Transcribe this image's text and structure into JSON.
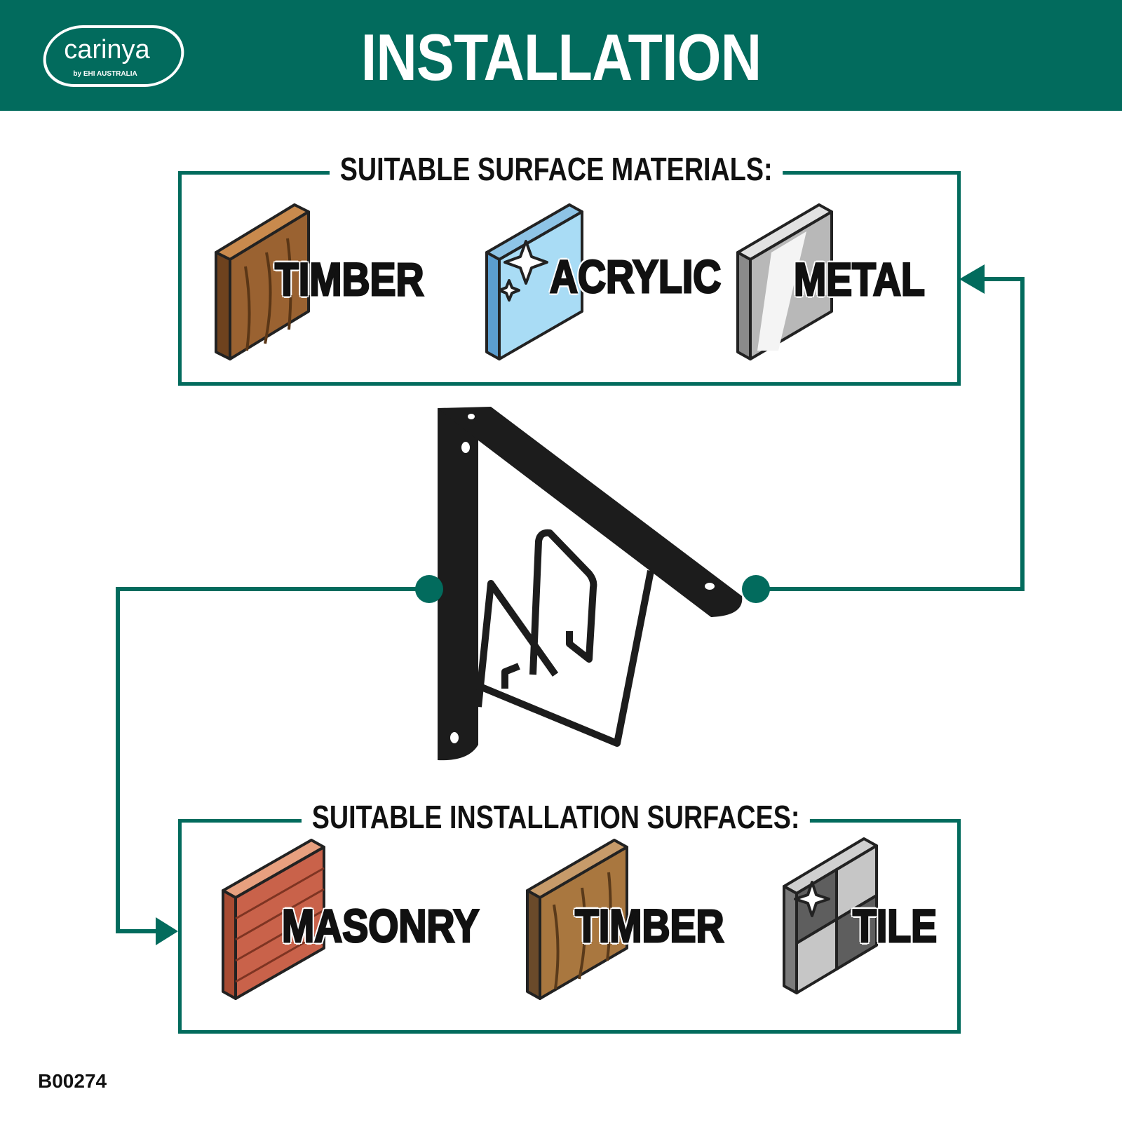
{
  "brand": {
    "name": "carinya",
    "tagline": "by EHI AUSTRALIA"
  },
  "title": "INSTALLATION",
  "materials": {
    "title": "SUITABLE SURFACE MATERIALS:",
    "items": [
      {
        "label": "TIMBER",
        "icon": "wood-block-icon"
      },
      {
        "label": "ACRYLIC",
        "icon": "acrylic-panel-icon"
      },
      {
        "label": "METAL",
        "icon": "metal-sheet-icon"
      }
    ]
  },
  "surfaces": {
    "title": "SUITABLE INSTALLATION SURFACES:",
    "items": [
      {
        "label": "MASONRY",
        "icon": "brick-wall-icon"
      },
      {
        "label": "TIMBER",
        "icon": "wood-block-icon"
      },
      {
        "label": "TILE",
        "icon": "tile-panel-icon"
      }
    ]
  },
  "product_code": "B00274",
  "colors": {
    "brand_green": "#026b5d",
    "bracket": "#1c1c1c"
  }
}
